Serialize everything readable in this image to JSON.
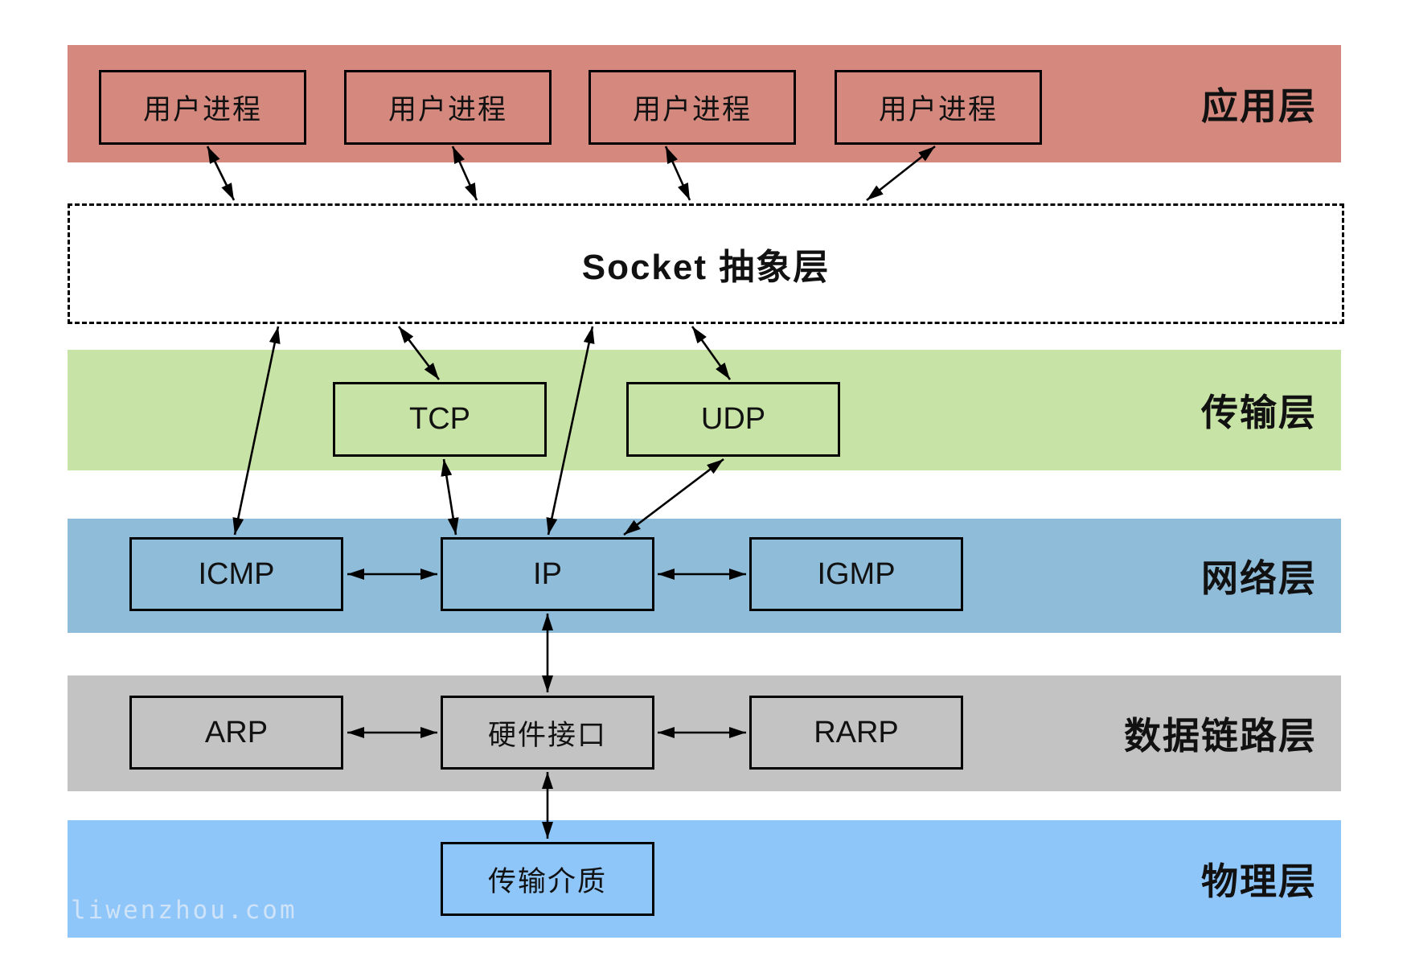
{
  "watermark": "liwenzhou.com",
  "line_color": "#000000",
  "socket": {
    "label": "Socket 抽象层",
    "background": "#ffffff",
    "border_color": "#000000"
  },
  "layers": [
    {
      "name": "应用层",
      "color": "#d5897e",
      "boxes": [
        "用户进程",
        "用户进程",
        "用户进程",
        "用户进程"
      ]
    },
    {
      "name": "传输层",
      "color": "#c8e3a6",
      "boxes": [
        "TCP",
        "UDP"
      ]
    },
    {
      "name": "网络层",
      "color": "#8fbcd9",
      "boxes": [
        "ICMP",
        "IP",
        "IGMP"
      ]
    },
    {
      "name": "数据链路层",
      "color": "#c3c3c3",
      "boxes": [
        "ARP",
        "硬件接口",
        "RARP"
      ]
    },
    {
      "name": "物理层",
      "color": "#8fc6fa",
      "boxes": [
        "传输介质"
      ]
    }
  ]
}
